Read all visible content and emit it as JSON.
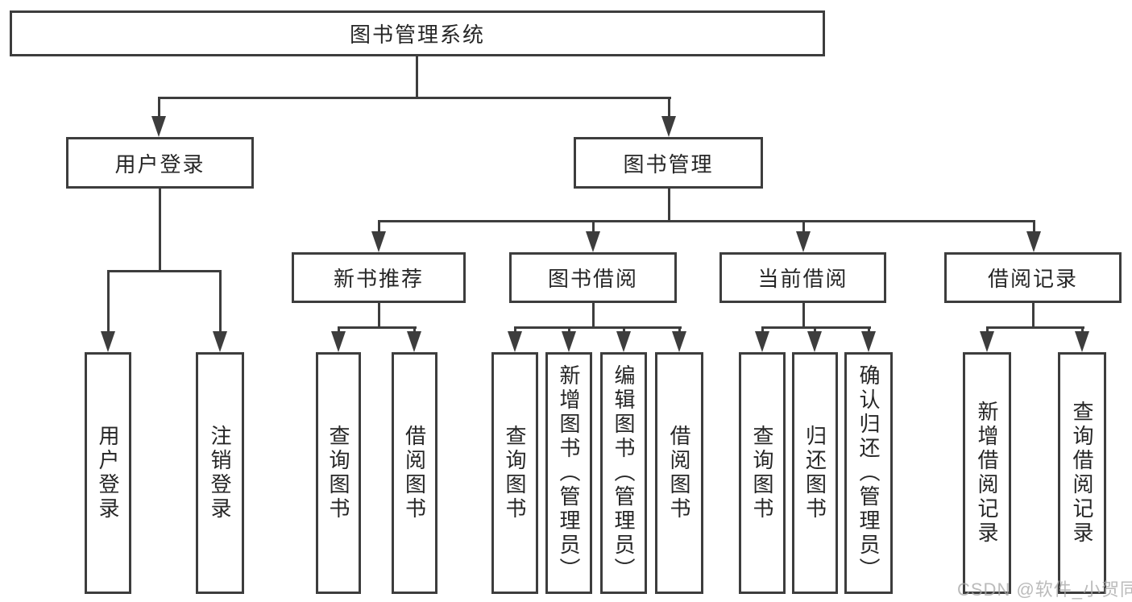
{
  "diagram": {
    "title": "图书管理系统",
    "level1": {
      "user_login": "用户登录",
      "book_mgmt": "图书管理"
    },
    "level2": {
      "new_books": "新书推荐",
      "borrowing": "图书借阅",
      "current": "当前借阅",
      "records": "借阅记录"
    },
    "leaves": {
      "login": "用户登录",
      "logout": "注销登录",
      "nb_query": "查询图书",
      "nb_borrow": "借阅图书",
      "bw_query": "查询图书",
      "bw_add": "新增图书（管理员）",
      "bw_edit": "编辑图书（管理员）",
      "bw_borrow": "借阅图书",
      "cur_query": "查询图书",
      "cur_return": "归还图书",
      "cur_confirm": "确认归还（管理员）",
      "rec_add": "新增借阅记录",
      "rec_query": "查询借阅记录"
    }
  },
  "watermark": "CSDN @软件_小贺同学",
  "colors": {
    "line": "#3d3d3d",
    "text": "#262626",
    "watermark": "#a8a8a8",
    "background": "#ffffff"
  }
}
